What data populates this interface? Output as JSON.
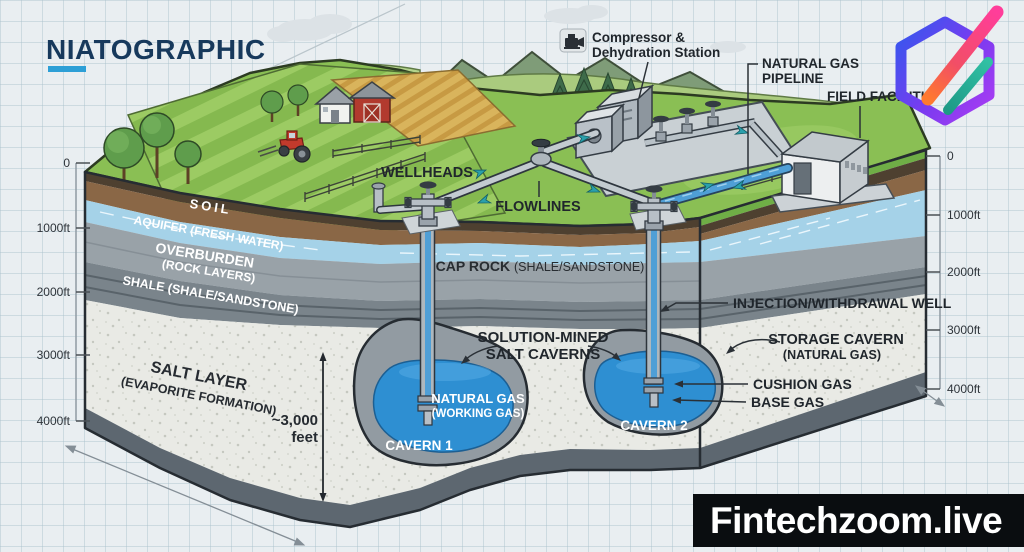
{
  "title": "NIATOGRAPHIC",
  "watermark": "Fintechzoom.live",
  "depth_scale": {
    "left": [
      "0",
      "1000ft",
      "2000ft",
      "3000ft",
      "4000ft"
    ],
    "right": [
      "0",
      "1000ft",
      "2000ft",
      "3000ft",
      "4000ft"
    ]
  },
  "layers": {
    "soil": "SOIL",
    "aquifer": "AQUIFER (FRESH WATER)",
    "overburden_line1": "OVERBURDEN",
    "overburden_line2": "(ROCK LAYERS)",
    "shale": "SHALE (SHALE/SANDSTONE)",
    "salt_line1": "SALT LAYER",
    "salt_line2": "(EVAPORITE FORMATION)"
  },
  "callouts": {
    "compressor_line1": "Compressor &",
    "compressor_line2": "Dehydration Station",
    "pipeline_line1": "NATURAL GAS",
    "pipeline_line2": "PIPELINE",
    "field_facility": "FIELD FACILITIE",
    "wellheads": "WELLHEADS",
    "flowlines": "FLOWLINES",
    "cap_rock_bold": "CAP ROCK ",
    "cap_rock_normal": "(SHALE/SANDSTONE)",
    "injection_well": "INJECTION/WITHDRAWAL WELL",
    "storage_cavern_line1": "STORAGE CAVERN",
    "storage_cavern_line2": "(NATURAL GAS)",
    "cushion_gas": "CUSHION GAS",
    "base_gas": "BASE GAS",
    "solution_mined_line1": "SOLUTION-MINED",
    "solution_mined_line2": "SALT CAVERNS",
    "working_gas_line1": "NATURAL GAS",
    "working_gas_line2": "(WORKING GAS)",
    "cavern1": "CAVERN 1",
    "cavern2": "CAVERN 2",
    "depth_note_line1": "~3,000",
    "depth_note_line2": "feet"
  },
  "icons": {
    "compressor_icon": "compressor-pump-glyph",
    "logo_icon": "hexagon-pencil-logo",
    "flow_arrow_icon": "teal-flow-arrow"
  },
  "colors": {
    "paper": "#e9eef1",
    "title": "#17395c",
    "accent_underline": "#2d9fd6",
    "grass": "#8abf54",
    "soil_brown": "#8a6746",
    "aquifer_blue": "#a5d2e8",
    "rock_gray": "#99a2a8",
    "shale_gray": "#7a848b",
    "salt_white": "#e9eae5",
    "cavern_blue": "#2e8fd2",
    "flow_arrow_teal": "#2aa0ac",
    "banner_bg": "#0a0d10",
    "banner_text": "#ffffff",
    "logo_blue": "#3b55ee",
    "logo_purple": "#a53cf2",
    "logo_pink": "#ff3d9a",
    "logo_orange": "#ff7a2e",
    "logo_teal": "#2ab8a0"
  }
}
